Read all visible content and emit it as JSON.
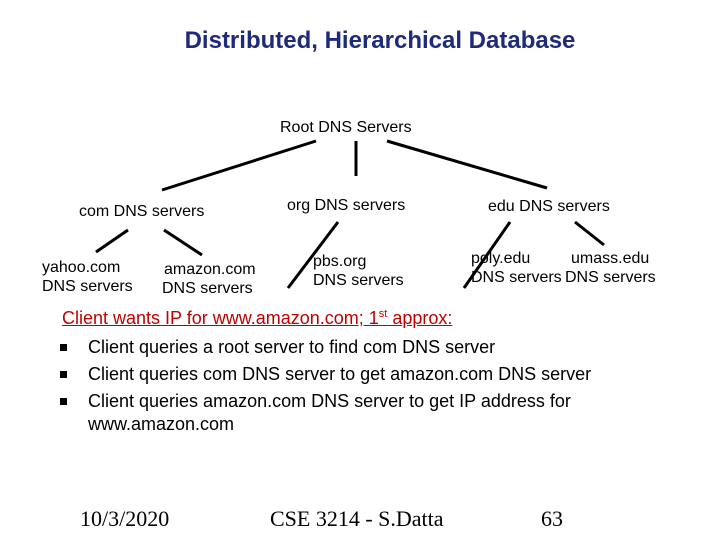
{
  "title": "Distributed, Hierarchical Database",
  "tree": {
    "root": "Root DNS Servers",
    "com": "com DNS servers",
    "org": "org DNS servers",
    "edu": "edu DNS servers",
    "yahoo": [
      "yahoo.com",
      "DNS servers"
    ],
    "amazon": [
      "amazon.com",
      "DNS servers"
    ],
    "pbs": [
      "pbs.org",
      "DNS servers"
    ],
    "poly": [
      "poly.edu",
      "DNS servers"
    ],
    "umass": [
      "umass.edu",
      "DNS servers"
    ]
  },
  "heading": {
    "text": "Client wants IP for www.amazon.com; 1",
    "sup": "st",
    "suffix": " approx:"
  },
  "bullets": [
    "Client queries a root server to find com DNS server",
    "Client queries com DNS server to get amazon.com DNS server",
    "Client queries amazon.com DNS server to get  IP address for www.amazon.com"
  ],
  "footer": {
    "date": "10/3/2020",
    "course": "CSE 3214 - S.Datta",
    "page": "63"
  },
  "colors": {
    "title": "#1f2a7a",
    "heading": "#c00000",
    "lines": "#000000"
  }
}
